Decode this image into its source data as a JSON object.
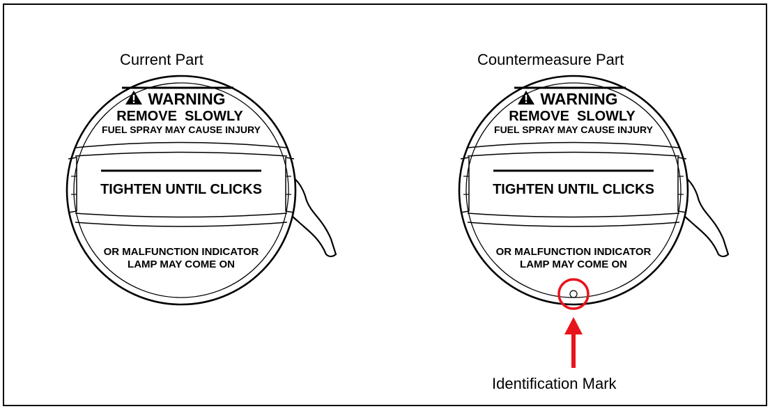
{
  "captions": {
    "current": "Current Part",
    "countermeasure": "Countermeasure Part",
    "identification": "Identification Mark"
  },
  "cap_label": {
    "warning": "WARNING",
    "remove": "REMOVE  SLOWLY",
    "spray": "FUEL SPRAY MAY CAUSE INJURY",
    "tighten": "TIGHTEN UNTIL CLICKS",
    "malfunction": "OR MALFUNCTION INDICATOR",
    "lamp": "LAMP MAY COME ON"
  },
  "colors": {
    "highlight": "#e8141b",
    "line": "#000000",
    "background": "#ffffff"
  },
  "icons": [
    "warning-triangle-icon",
    "identification-circle-mark",
    "arrow-up-icon"
  ]
}
